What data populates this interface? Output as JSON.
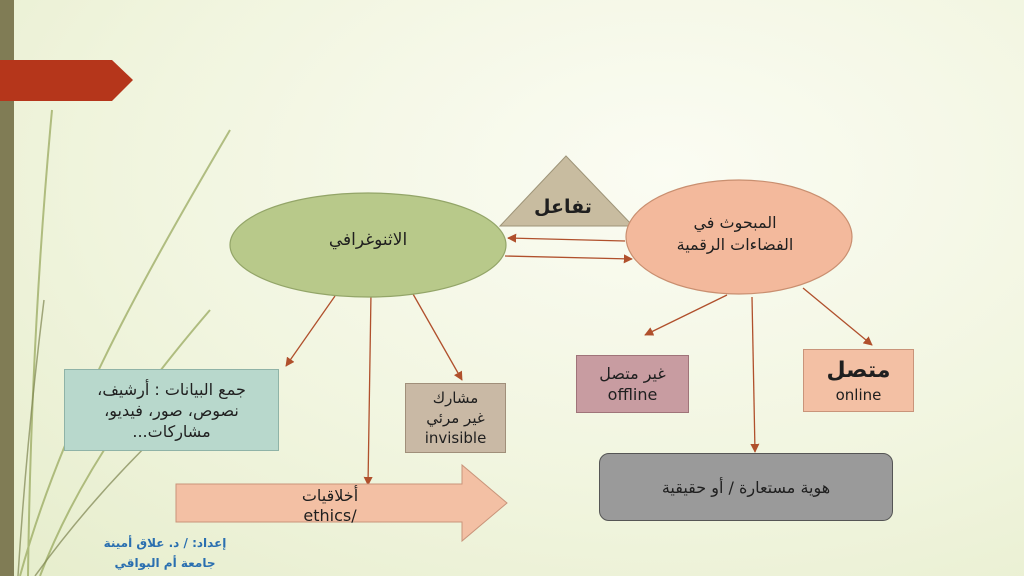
{
  "colors": {
    "background": "#f1f5df",
    "left_bar": "#807c55",
    "red_arrow": "#b5361b",
    "ellipse_green": "#b8c98a",
    "ellipse_salmon": "#f3b99c",
    "triangle": "#c8bca0",
    "box_green": "#b8d8cc",
    "box_tan": "#c9b9a5",
    "box_pink": "#c89ca1",
    "box_salmon": "#f3c0a4",
    "box_gray": "#9a9a9a",
    "connector": "#b0502c"
  },
  "diagram": {
    "ethnographer": "الاثنوغرافي",
    "researched_line1": "المبحوث في",
    "researched_line2": "الفضاءات الرقمية",
    "interaction": "تفاعل",
    "data_collection_line1": "جمع البيانات : أرشيف،",
    "data_collection_line2": "نصوص، صور، فيديو،",
    "data_collection_line3": "مشاركات...",
    "participant_line1": "مشارك",
    "participant_line2": "غير مرئي",
    "participant_line3": "invisible",
    "offline_ar": "غير متصل",
    "offline_en": "offline",
    "online_ar": "متصل",
    "online_en": "online",
    "identity": "هوية مستعارة / أو حقيقية",
    "ethics_ar": "أخلاقيات",
    "ethics_en": "/ethics"
  },
  "footer": {
    "author": "إعداد: / د. علاق أمينة",
    "university": "جامعة أم البواقي"
  }
}
